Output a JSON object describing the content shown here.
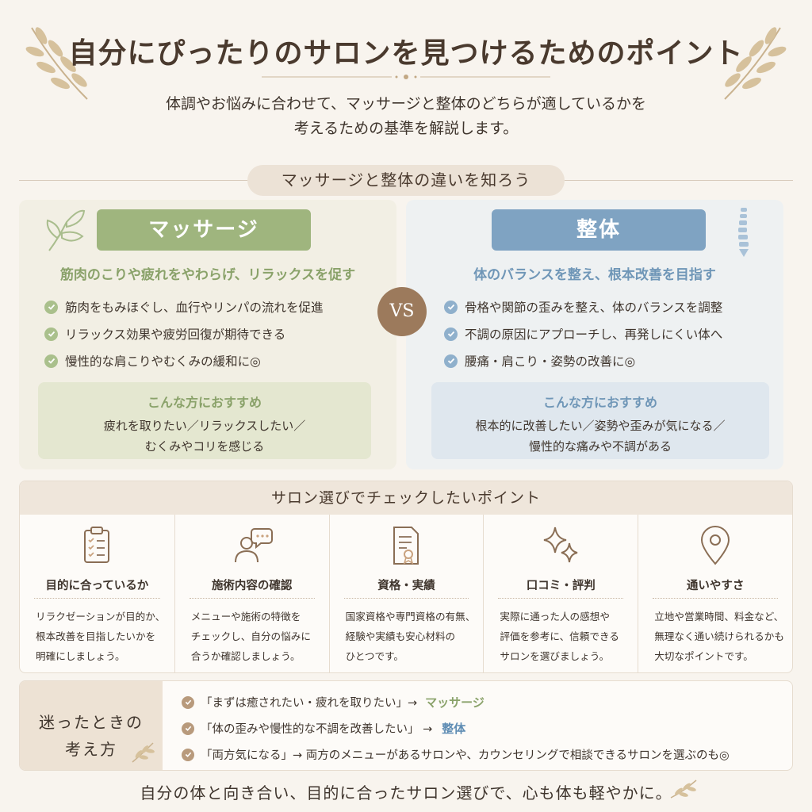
{
  "header": {
    "title": "自分にぴったりのサロンを見つけるためのポイント",
    "subtitle_lines": [
      "体調やお悩みに合わせて、マッサージと整体のどちらが適しているかを",
      "考えるための基準を解説します。"
    ]
  },
  "section_label": "マッサージと整体の違いを知ろう",
  "vs_label": "VS",
  "massage": {
    "title": "マッサージ",
    "tagline": "筋肉のこりや疲れをやわらげ、リラックスを促す",
    "points": [
      "筋肉をもみほぐし、血行やリンパの流れを促進",
      "リラックス効果や疲労回復が期待できる",
      "慢性的な肩こりやむくみの緩和に◎"
    ],
    "recommend_title": "こんな方におすすめ",
    "recommend_lines": [
      "疲れを取りたい／リラックスしたい／",
      "むくみやコリを感じる"
    ],
    "color": "#9fb57e"
  },
  "seitai": {
    "title": "整体",
    "tagline": "体のバランスを整え、根本改善を目指す",
    "points": [
      "骨格や関節の歪みを整え、体のバランスを調整",
      "不調の原因にアプローチし、再発しにくい体へ",
      "腰痛・肩こり・姿勢の改善に◎"
    ],
    "recommend_title": "こんな方におすすめ",
    "recommend_lines": [
      "根本的に改善したい／姿勢や歪みが気になる／",
      "慢性的な痛みや不調がある"
    ],
    "color": "#7fa3c2"
  },
  "checkpoints": {
    "title": "サロン選びでチェックしたいポイント",
    "items": [
      {
        "icon": "clipboard-icon",
        "title": "目的に合っているか",
        "lines": [
          "リラクゼーションが目的か、",
          "根本改善を目指したいかを",
          "明確にしましょう。"
        ]
      },
      {
        "icon": "consultation-icon",
        "title": "施術内容の確認",
        "lines": [
          "メニューや施術の特徴を",
          "チェックし、自分の悩みに",
          "合うか確認しましょう。"
        ]
      },
      {
        "icon": "certificate-icon",
        "title": "資格・実績",
        "lines": [
          "国家資格や専門資格の有無、",
          "経験や実績も安心材料の",
          "ひとつです。"
        ]
      },
      {
        "icon": "sparkle-icon",
        "title": "口コミ・評判",
        "lines": [
          "実際に通った人の感想や",
          "評価を参考に、信頼できる",
          "サロンを選びましょう。"
        ]
      },
      {
        "icon": "location-pin-icon",
        "title": "通いやすさ",
        "lines": [
          "立地や営業時間、料金など、",
          "無理なく通い続けられるかも",
          "大切なポイントです。"
        ]
      }
    ]
  },
  "hint": {
    "label_lines": [
      "迷ったときの",
      "考え方"
    ],
    "items": [
      {
        "text": "「まずは癒されたい・疲れを取りたい」→",
        "answer": "マッサージ"
      },
      {
        "text": "「体の歪みや慢性的な不調を改善したい」 →",
        "answer": "整体"
      },
      {
        "text": "「両方気になる」→ 両方のメニューがあるサロンや、カウンセリングで相談できるサロンを選ぶのも◎",
        "answer": ""
      }
    ]
  },
  "footer": "自分の体と向き合い、目的に合ったサロン選びで、心も体も軽やかに。"
}
